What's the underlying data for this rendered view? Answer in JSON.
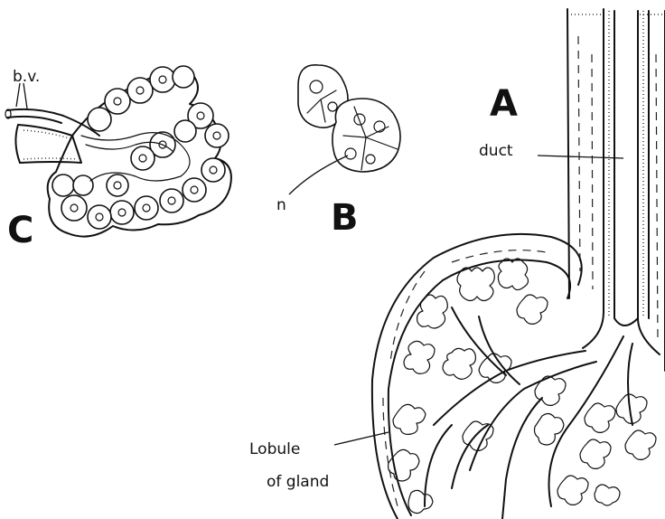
{
  "figure": {
    "panel_a": {
      "letter": "A",
      "duct_label": "duct",
      "lobule_label_line1": "Lobule",
      "lobule_label_line2": "of gland"
    },
    "panel_b": {
      "letter": "B",
      "nucleus_label": "n"
    },
    "panel_c": {
      "letter": "C",
      "vessel_label": "b.v."
    }
  }
}
